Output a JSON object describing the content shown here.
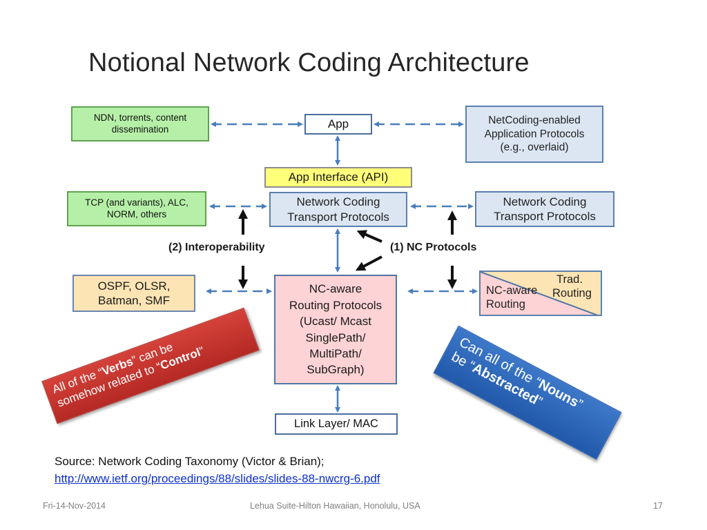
{
  "slide": {
    "title": "Notional Network Coding Architecture",
    "source_line": "Source: Network Coding Taxonomy (Victor & Brian);",
    "source_link": "http://www.ietf.org/proceedings/88/slides/slides-88-nwcrg-6.pdf"
  },
  "boxes": {
    "ndn": [
      "NDN, torrents, content",
      "dissemination"
    ],
    "app": [
      "App"
    ],
    "netcoding_apps": [
      "NetCoding-enabled",
      "Application Protocols",
      "(e.g., overlaid)"
    ],
    "api": [
      "App Interface (API)"
    ],
    "tcp": [
      "TCP (and variants), ALC,",
      "NORM, others"
    ],
    "nc_transport": [
      "Network Coding",
      "Transport Protocols"
    ],
    "nc_transport_right": [
      "Network Coding",
      "Transport Protocols"
    ],
    "ospf": [
      "OSPF, OLSR,",
      "Batman, SMF"
    ],
    "nc_routing": [
      "NC-aware",
      "Routing Protocols",
      "(Ucast/ Mcast",
      "SinglePath/",
      "MultiPath/",
      "SubGraph)"
    ],
    "link": [
      "Link Layer/ MAC"
    ],
    "split_left": [
      "NC-aware",
      "Routing"
    ],
    "split_right": [
      "Trad.",
      "Routing"
    ]
  },
  "labels": {
    "interop": "(2) Interoperability",
    "nc_protocols": "(1) NC Protocols"
  },
  "callouts": {
    "verbs": {
      "pre": "All of the “",
      "bold1": "Verbs",
      "mid": "” can be",
      "line2": "somehow related to  “",
      "bold2": "Control",
      "post": "”"
    },
    "nouns": {
      "pre": "Can all of the “",
      "bold1": "Nouns",
      "mid": "”",
      "line2": "be  “",
      "bold2": "Abstracted",
      "post": "”"
    }
  },
  "footer": {
    "date": "Fri-14-Nov-2014",
    "venue": "Lehua Suite-Hilton Hawaiian, Honolulu, USA",
    "page": "17"
  },
  "colors": {
    "green": "#b6f0a8",
    "yellow": "#ffff7a",
    "blue": "#dce6f3",
    "tan": "#fce4b4",
    "pink": "#fdd3d5",
    "arrow": "#4a7ebb",
    "red_callout": "#c0322c",
    "blue_callout": "#2f6bbf"
  }
}
